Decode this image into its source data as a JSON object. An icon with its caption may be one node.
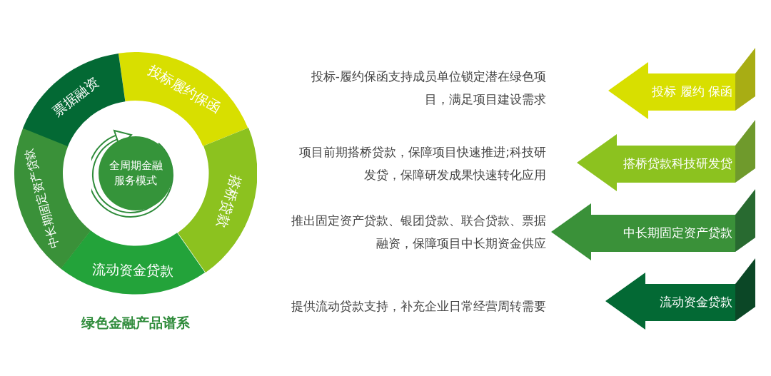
{
  "diagram": {
    "caption": "绿色金融产品谱系",
    "nodes": [
      {
        "text": [
          "全周期金融服务模式"
        ]
      },
      {
        "text": [
          "投标履约保函"
        ]
      },
      {
        "text": [
          "搭桥贷款"
        ]
      },
      {
        "text": [
          "流动资金贷款"
        ]
      },
      {
        "text": [
          "中长期固定资产贷款"
        ]
      },
      {
        "text": [
          "票据融资"
        ]
      },
      {
        "text": [
          "投标 履约 保函"
        ]
      },
      {
        "text": [
          "搭桥贷款科技研发贷"
        ]
      },
      {
        "text": [
          "中长期固定资产贷款"
        ]
      },
      {
        "text": [
          "流动资金贷款"
        ]
      }
    ],
    "labels": [
      "投标-履约保函支持成员单位锁定潜在绿色项目，满足项目建设需求",
      "项目前期搭桥贷款，保障项目快速推进;科技研发贷，保障研发成果快速转化应用",
      "推出固定资产贷款、银团贷款、联合贷款、票据融资，保障项目中长期资金供应",
      "提供流动贷款支持，补充企业日常经营周转需要"
    ]
  }
}
